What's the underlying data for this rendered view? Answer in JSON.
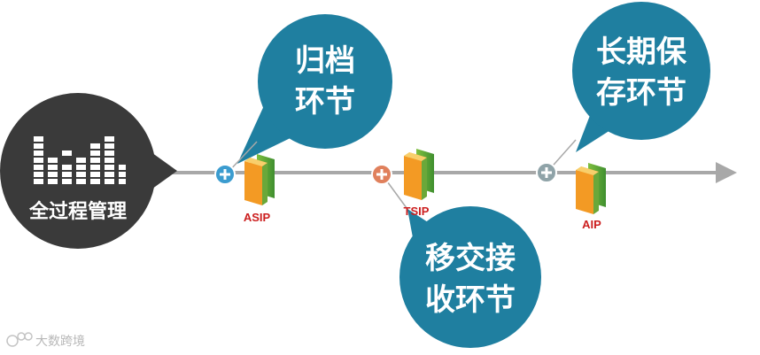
{
  "hub": {
    "label": "全过程管理",
    "icon": "equalizer-bars-icon",
    "color": "#3a3a3a"
  },
  "timeline": {
    "color": "#a8a8a8"
  },
  "stages": [
    {
      "package": "ASIP",
      "node_color": "#3b9ccf",
      "bubble_lines": [
        "归档",
        "环节"
      ]
    },
    {
      "package": "TSIP",
      "node_color": "#e0805c",
      "bubble_lines": [
        "移交接",
        "收环节"
      ]
    },
    {
      "package": "AIP",
      "node_color": "#8fa3a8",
      "bubble_lines": [
        "长期保",
        "存环节"
      ]
    }
  ],
  "bubble_color": "#1f7fa0",
  "watermark": "大数跨境"
}
